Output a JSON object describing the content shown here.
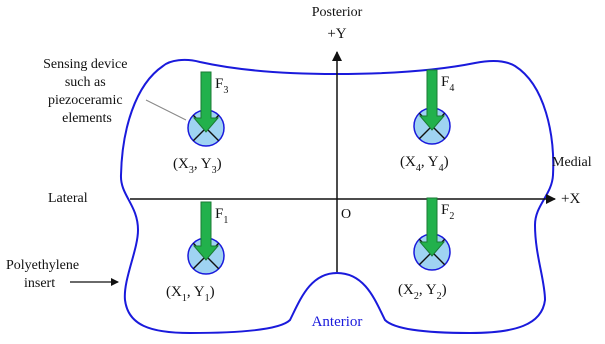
{
  "axes": {
    "posterior": "Posterior",
    "y_axis": "+Y",
    "x_axis": "+X",
    "origin": "O",
    "medial": "Medial",
    "lateral": "Lateral",
    "anterior": "Anterior"
  },
  "callouts": {
    "sensing_line1": "Sensing device",
    "sensing_line2": "such as",
    "sensing_line3": "piezoceramic",
    "sensing_line4": "elements",
    "insert_line1": "Polyethylene",
    "insert_line2": "insert"
  },
  "sensors": [
    {
      "force": "F",
      "force_sub": "3",
      "x": "X",
      "x_sub": "3",
      "y": "Y",
      "y_sub": "3"
    },
    {
      "force": "F",
      "force_sub": "4",
      "x": "X",
      "x_sub": "4",
      "y": "Y",
      "y_sub": "4"
    },
    {
      "force": "F",
      "force_sub": "1",
      "x": "X",
      "x_sub": "1",
      "y": "Y",
      "y_sub": "1"
    },
    {
      "force": "F",
      "force_sub": "2",
      "x": "X",
      "x_sub": "2",
      "y": "Y",
      "y_sub": "2"
    }
  ],
  "colors": {
    "outline": "#1a1adc",
    "sensor_fill": "#9fd3f2",
    "arrow_green": "#22b14c",
    "axis": "#111111"
  }
}
